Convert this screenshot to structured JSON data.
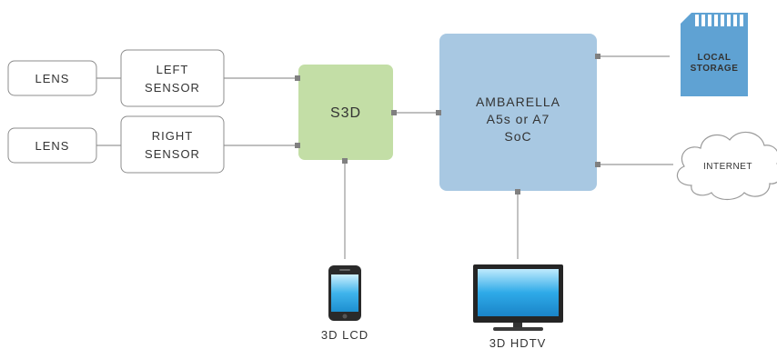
{
  "diagram": {
    "lens_top": "LENS",
    "lens_bottom": "LENS",
    "left_sensor": [
      "LEFT",
      "SENSOR"
    ],
    "right_sensor": [
      "RIGHT",
      "SENSOR"
    ],
    "s3d": "S3D",
    "soc": [
      "AMBARELLA",
      "A5s or A7",
      "SoC"
    ],
    "local_storage": [
      "LOCAL",
      "STORAGE"
    ],
    "internet": "INTERNET",
    "lcd": "3D LCD",
    "hdtv": "3D HDTV"
  },
  "colors": {
    "s3d_fill": "#c3dea6",
    "soc_fill": "#a8c8e2",
    "storage_fill": "#5fa2d3",
    "line": "#999999",
    "box_stroke": "#8c8c8c"
  }
}
